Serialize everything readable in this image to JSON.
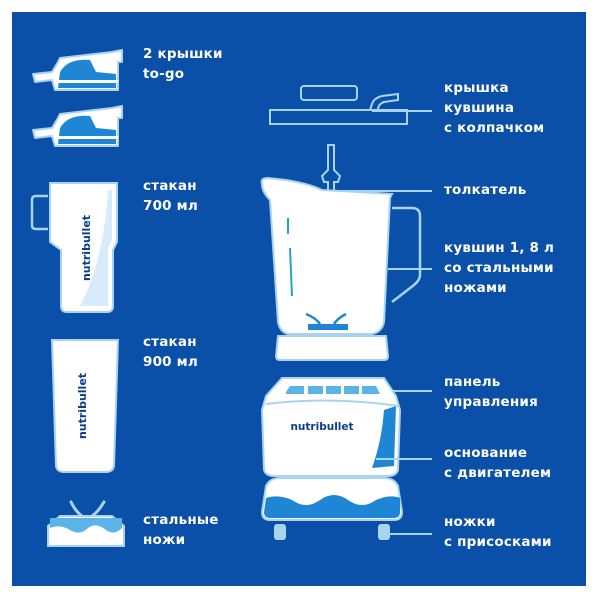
{
  "colors": {
    "background": "#0a4fa8",
    "outline": "#a8d4f0",
    "fill_white": "#ffffff",
    "accent_blue": "#1f86d6",
    "light_blue": "#5ab4e8",
    "text": "#ffffff"
  },
  "brand": "nutribullet",
  "left_items": [
    {
      "id": "to-go-lids",
      "lines": [
        "2 крышки",
        "to-go"
      ]
    },
    {
      "id": "cup-700",
      "lines": [
        "стакан",
        "700 мл"
      ]
    },
    {
      "id": "cup-900",
      "lines": [
        "стакан",
        "900 мл"
      ]
    },
    {
      "id": "steel-blades",
      "lines": [
        "стальные",
        "ножи"
      ]
    }
  ],
  "right_items": [
    {
      "id": "pitcher-lid",
      "lines": [
        "крышка",
        "кувшина",
        "с колпачком"
      ]
    },
    {
      "id": "tamper",
      "lines": [
        "толкатель"
      ]
    },
    {
      "id": "pitcher",
      "lines": [
        "кувшин 1, 8 л",
        "со стальными",
        "ножами"
      ]
    },
    {
      "id": "control-panel",
      "lines": [
        "панель",
        "управления"
      ]
    },
    {
      "id": "motor-base",
      "lines": [
        "основание",
        "с двигателем"
      ]
    },
    {
      "id": "suction-feet",
      "lines": [
        "ножки",
        "с присосками"
      ]
    }
  ]
}
